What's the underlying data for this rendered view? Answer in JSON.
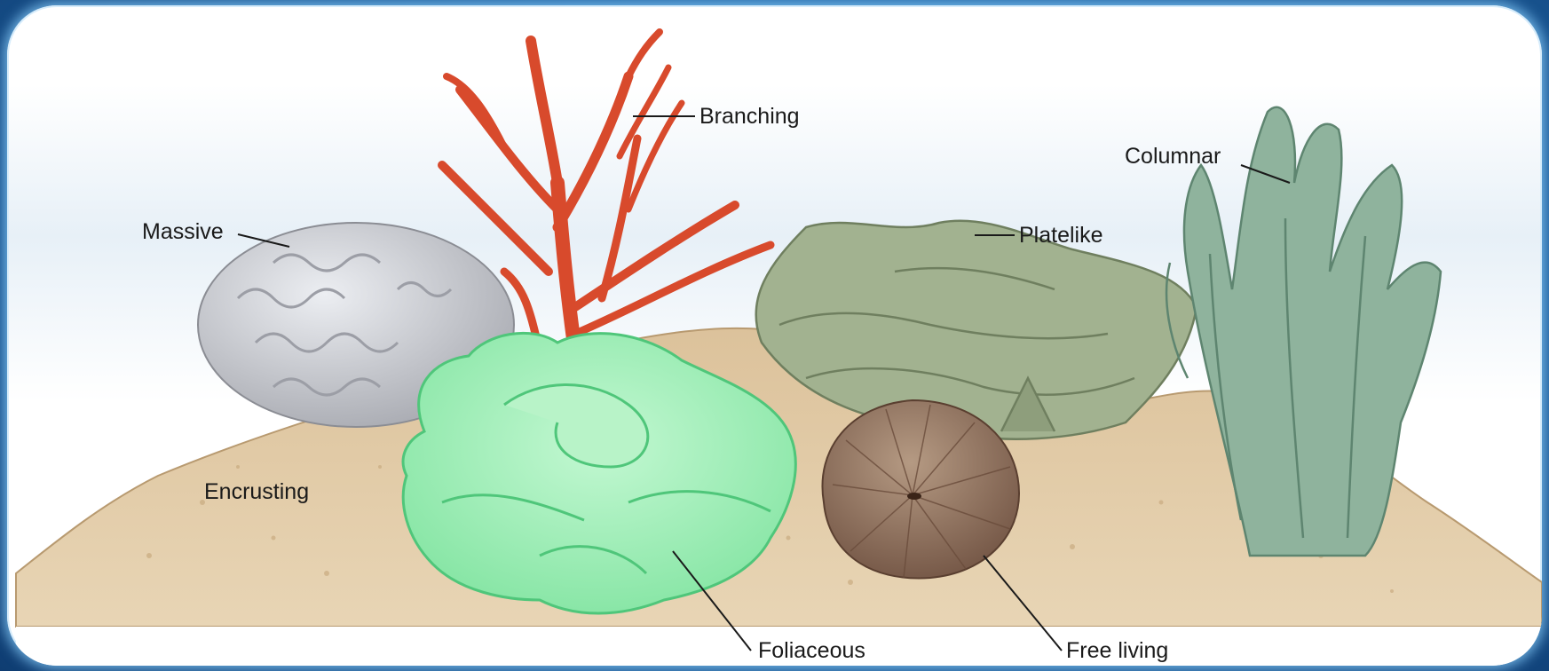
{
  "labels": {
    "branching": "Branching",
    "columnar": "Columnar",
    "massive": "Massive",
    "platelike": "Platelike",
    "encrusting": "Encrusting",
    "foliaceous": "Foliaceous",
    "free_living": "Free living"
  },
  "colors": {
    "frame": "#1d5f9e",
    "branching_coral": "#e2583a",
    "massive_coral": "#c7c8cc",
    "platelike_coral": "#9aab86",
    "columnar_coral": "#7fa68f",
    "foliaceous_coral": "#9ef0b8",
    "free_living_coral": "#8b6a55",
    "sand": "#dcc39a"
  }
}
